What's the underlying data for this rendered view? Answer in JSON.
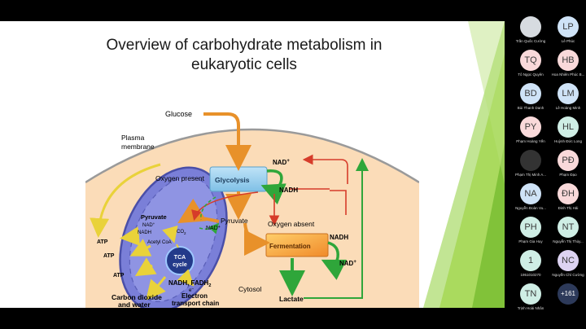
{
  "slide": {
    "title_line1": "Overview of carbohydrate metabolism in",
    "title_line2": "eukaryotic cells"
  },
  "diagram": {
    "glucose": "Glucose",
    "plasma_line1": "Plasma",
    "plasma_line2": "membrane",
    "glycolysis": "Glycolysis",
    "nad_top": "NAD",
    "nad_top_sup": "+",
    "nadh_top": "NADH",
    "oxygen_present": "Oxygen present",
    "pyruvate_mito": "Pyruvate",
    "nad_mito": "NAD",
    "nad_mito_sup": "+",
    "nadh_mito": "NADH",
    "co2": "CO",
    "co2_sub": "2",
    "acetyl_coa": "Acetyl CoA",
    "pyruvate_cyto": "Pyruvate",
    "nad_pyruvate": "NAD",
    "nad_pyruvate_sup": "+",
    "oxygen_absent": "Oxygen absent",
    "atp1": "ATP",
    "atp2": "ATP",
    "atp3": "ATP",
    "tca_line1": "TCA",
    "tca_line2": "cycle",
    "nadh_fadh": "NADH, FADH",
    "fadh_sub": "2",
    "electron_chain_line1": "Electron",
    "electron_chain_line2": "transport chain",
    "electron_label": "e",
    "electron_sup": "−",
    "fermentation": "Fermentation",
    "nadh_ferm": "NADH",
    "nad_ferm": "NAD",
    "nad_ferm_sup": "+",
    "cytosol": "Cytosol",
    "lactate": "Lactate",
    "carbon_line1": "Carbon dioxide",
    "carbon_line2": "and water"
  },
  "participants": {
    "tiles": [
      {
        "initials": "",
        "name": "Trần Quốc Cường",
        "kind": "photo",
        "color": "#d7dbe0"
      },
      {
        "initials": "LP",
        "name": "Lê Phúc",
        "kind": "initials",
        "color": "#cfe3f7"
      },
      {
        "initials": "TQ",
        "name": "Tô Ngọc Quyên",
        "kind": "initials",
        "color": "#f9d9da"
      },
      {
        "initials": "HB",
        "name": "Hoa Nhiên Phúc B...",
        "kind": "initials",
        "color": "#f9d9da"
      },
      {
        "initials": "BD",
        "name": "Bùi Thanh Danh",
        "kind": "initials",
        "color": "#cfe3f7"
      },
      {
        "initials": "LM",
        "name": "Lê Hoàng Minh",
        "kind": "initials",
        "color": "#cfe3f7"
      },
      {
        "initials": "PY",
        "name": "Phạm Hoàng Yến",
        "kind": "initials",
        "color": "#f9d9da"
      },
      {
        "initials": "HL",
        "name": "Huỳnh Đức Long",
        "kind": "initials",
        "color": "#cfeee5"
      },
      {
        "initials": "",
        "name": "Phạm Thị Minh A...",
        "kind": "photo",
        "color": "#333333"
      },
      {
        "initials": "PĐ",
        "name": "Phạm Đạo",
        "kind": "initials",
        "color": "#f9d9da"
      },
      {
        "initials": "NA",
        "name": "Nguyễn Đoàn Vu...",
        "kind": "initials",
        "color": "#cfe3f7"
      },
      {
        "initials": "ĐH",
        "name": "Đinh Thị Hải",
        "kind": "initials",
        "color": "#f9d9da"
      },
      {
        "initials": "PH",
        "name": "Phạm Gia Huy",
        "kind": "initials",
        "color": "#cfeee5"
      },
      {
        "initials": "NT",
        "name": "Nguyễn Thị Thủy...",
        "kind": "initials",
        "color": "#cfeee5"
      },
      {
        "initials": "1",
        "name": "1951010270",
        "kind": "initials",
        "color": "#cfeee5"
      },
      {
        "initials": "NC",
        "name": "Nguyễn Chí Cường",
        "kind": "initials",
        "color": "#ddd3f2"
      },
      {
        "initials": "TN",
        "name": "Trịnh Hoài Nhân",
        "kind": "initials",
        "color": "#cfeee5"
      },
      {
        "initials": "+161",
        "name": "",
        "kind": "more",
        "color": "#2d3a5a"
      }
    ]
  }
}
